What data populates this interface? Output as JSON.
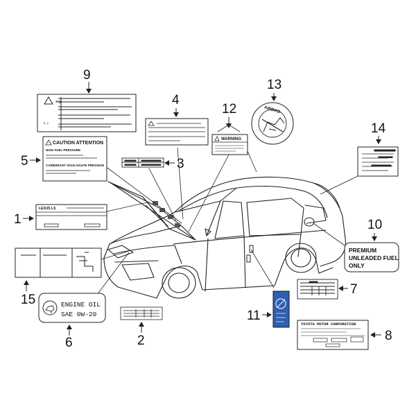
{
  "callouts": {
    "c1": "1",
    "c2": "2",
    "c3": "3",
    "c4": "4",
    "c5": "5",
    "c6": "6",
    "c7": "7",
    "c8": "8",
    "c9": "9",
    "c10": "10",
    "c11": "11",
    "c12": "12",
    "c13": "13",
    "c14": "14",
    "c15": "15"
  },
  "labels": {
    "caution_attention": "CAUTION  ATTENTION",
    "high_fuel_pressure": "HIGH  FUEL  PRESSURE",
    "carburant": "CARBURANT SOUS HAUTE PRESSION",
    "lexus_ls": "LEXUS LS",
    "warning": "WARNING",
    "airbag": "AIRBAG",
    "engine_oil_line1": "ENGINE OIL",
    "engine_oil_line2": "SAE 0W-20",
    "premium_line1": "PREMIUM",
    "premium_line2": "UNLEADED FUEL",
    "premium_line3": "ONLY",
    "toyota": "TOYOTA MOTOR CORPORATION"
  },
  "colors": {
    "line": "#222222",
    "label_fill": "#ffffff",
    "badge_blue": "#2f5fae"
  }
}
